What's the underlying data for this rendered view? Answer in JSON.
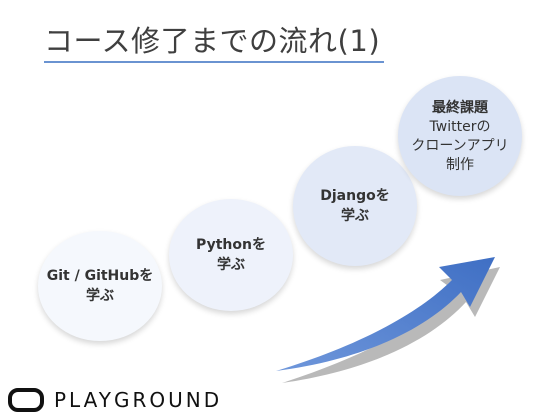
{
  "title": "コース修了までの流れ(1)",
  "steps": [
    {
      "line1": "Git / GitHubを",
      "line2": "学ぶ"
    },
    {
      "line1": "Pythonを",
      "line2": "学ぶ"
    },
    {
      "line1": "Djangoを",
      "line2": "学ぶ"
    },
    {
      "line1": "最終課題",
      "line2": "Twitterの",
      "line3": "クローンアプリ",
      "line4": "制作"
    }
  ],
  "brand": {
    "name": "PLAYGROUND",
    "logo_icon": "rounded-rect-logo-icon"
  },
  "colors": {
    "accent": "#6a93d1",
    "arrow": "#4a78c9"
  }
}
